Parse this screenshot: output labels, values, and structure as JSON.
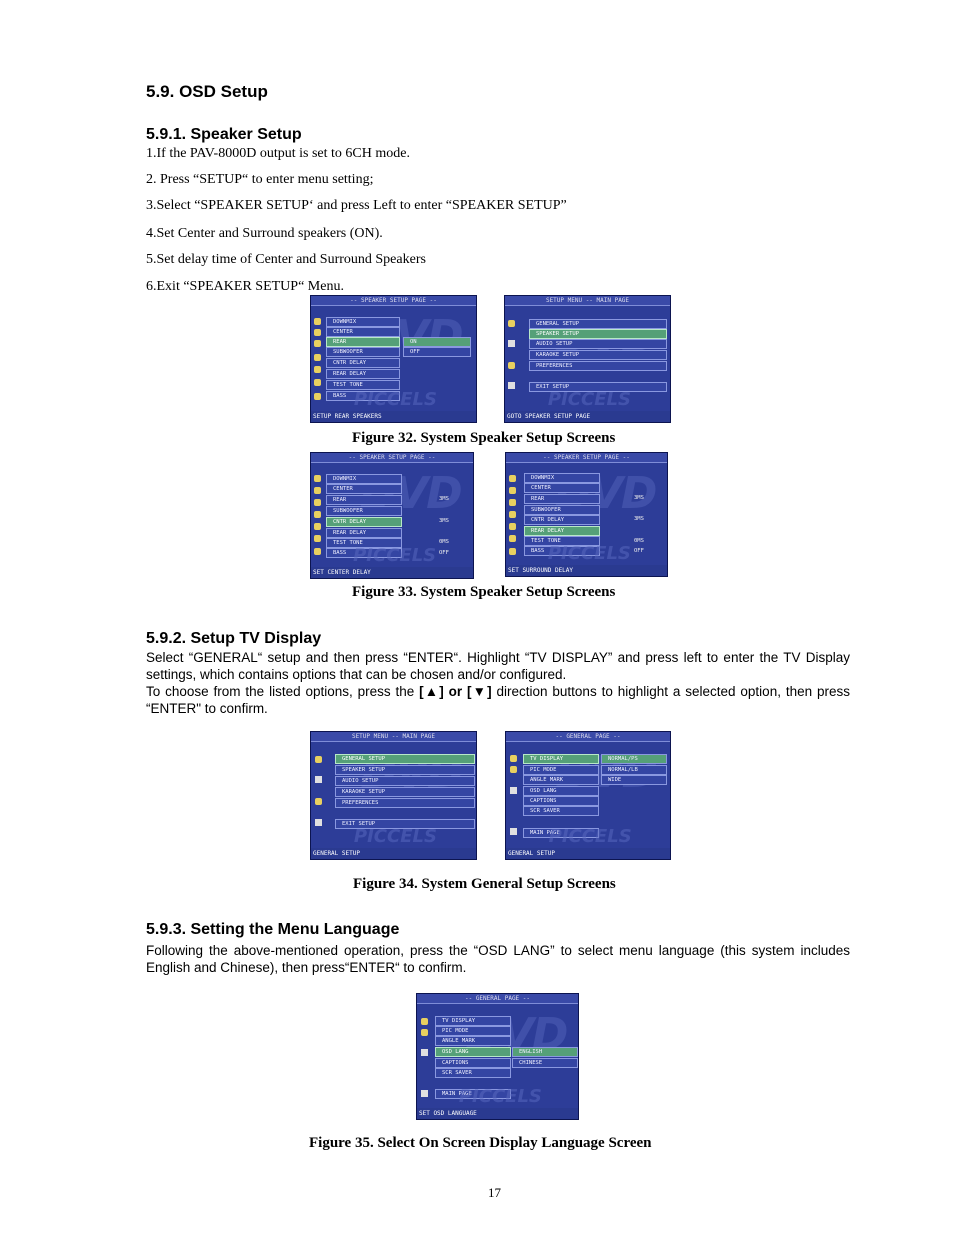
{
  "heading": "5.9.  OSD Setup",
  "speaker": {
    "heading": "5.9.1.  Speaker Setup",
    "steps": [
      "1.If the PAV-8000D output is  set to 6CH mode.",
      "2. Press “SETUP“ to enter menu setting;",
      "3.Select “SPEAKER SETUP‘ and press Left  to enter “SPEAKER SETUP”",
      "4.Set Center and Surround speakers (ON).",
      "5.Set delay time of Center and Surround Speakers",
      "6.Exit “SPEAKER SETUP“ Menu."
    ]
  },
  "fig32": "Figure 32. System Speaker Setup Screens",
  "fig33": "Figure 33. System Speaker Setup Screens",
  "tv": {
    "heading": "5.9.2.  Setup TV Display",
    "p1": "Select “GENERAL“ setup and then press “ENTER“. Highlight “TV DISPLAY” and press left to enter the TV Display settings, which contains options that can be chosen and/or configured.",
    "p2a": "To choose from the listed options, press the ",
    "p2b": "[▲] or [▼]",
    "p2c": " direction buttons to highlight a selected option, then press “ENTER\" to confirm."
  },
  "fig34": "Figure 34. System General Setup Screens",
  "lang": {
    "heading": "5.9.3.  Setting the Menu Language",
    "p1": "Following the above-mentioned operation, press the “OSD LANG” to select menu language (this system includes English and Chinese), then press“ENTER“ to confirm."
  },
  "fig35": "Figure 35. Select On Screen Display Language Screen",
  "page_number": "17",
  "screens": {
    "speaker_title": "-- SPEAKER SETUP PAGE --",
    "main_title": "SETUP MENU -- MAIN PAGE",
    "general_title": "-- GENERAL PAGE --",
    "speaker_items": [
      "DOWNMIX",
      "CENTER",
      "REAR",
      "SUBWOOFER",
      "CNTR DELAY",
      "REAR DELAY",
      "TEST TONE",
      "BASS"
    ],
    "main_items": [
      "GENERAL SETUP",
      "SPEAKER SETUP",
      "AUDIO SETUP",
      "KARAOKE SETUP",
      "PREFERENCES"
    ],
    "exit_label": "EXIT SETUP",
    "general_items": [
      "TV DISPLAY",
      "PIC MODE",
      "ANGLE MARK",
      "OSD LANG",
      "CAPTIONS",
      "SCR SAVER"
    ],
    "main_page_label": "MAIN PAGE",
    "on": "ON",
    "off": "OFF",
    "tv_opts": [
      "NORMAL/PS",
      "NORMAL/LB",
      "WIDE"
    ],
    "lang_opts": [
      "ENGLISH",
      "CHINESE"
    ],
    "delay_vals": [
      "3MS",
      "3MS",
      "0MS",
      "OFF"
    ],
    "status": {
      "s1": "SETUP REAR SPEAKERS",
      "s2": "GOTO SPEAKER SETUP PAGE",
      "s3": "SET CENTER DELAY",
      "s4": "SET SURROUND DELAY",
      "s5": "GENERAL SETUP",
      "s6": "GENERAL SETUP",
      "s7": "SET OSD LANGUAGE"
    }
  }
}
